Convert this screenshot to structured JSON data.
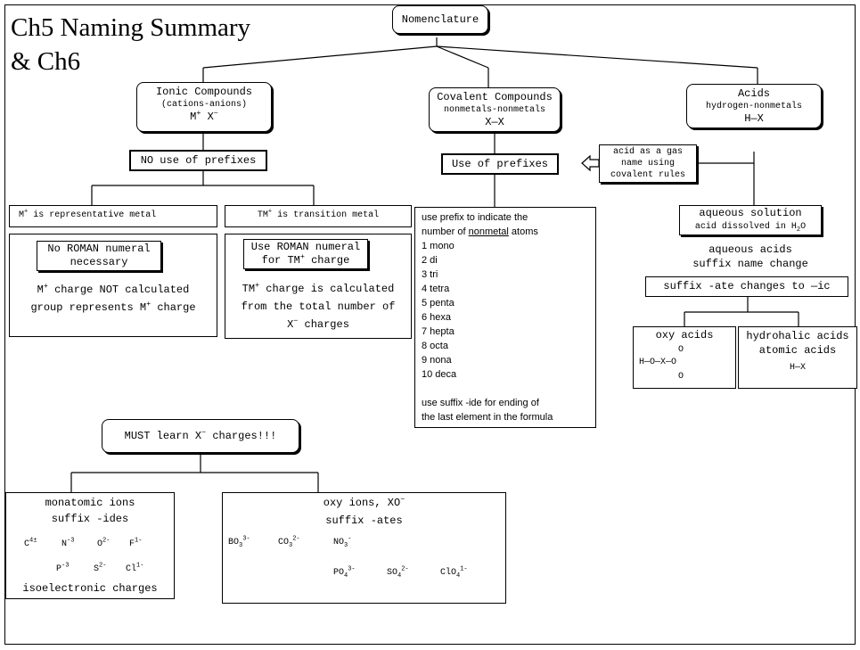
{
  "title": {
    "line1": "Ch5 Naming Summary",
    "line2": "& Ch6"
  },
  "root": "Nomenclature",
  "ionic": {
    "title": "Ionic Compounds",
    "sub": "(cations-anions)",
    "formula_m": "M",
    "formula_m_sup": "+",
    "formula_x": "X",
    "formula_x_sup": "−",
    "prefix_box": "NO use of prefixes",
    "rep": {
      "m": "M",
      "m_sup": "+",
      "label": "is representative metal"
    },
    "trans": {
      "tm": "TM",
      "tm_sup": "+",
      "label": "is transition metal"
    },
    "rep_note": {
      "l1": "No ROMAN numeral",
      "l2": "necessary"
    },
    "rep_body": {
      "l1_m": "M",
      "l1_sup": "+",
      "l1_rest": "charge NOT calculated",
      "l2_a": "group represents M",
      "l2_sup": "+",
      "l2_b": "charge"
    },
    "trans_note": {
      "l1": "Use ROMAN numeral",
      "l2_a": "for TM",
      "l2_sup": "+",
      "l2_b": "charge"
    },
    "trans_body": {
      "l1_a": "TM",
      "l1_sup": "+",
      "l1_b": "charge is calculated",
      "l2": "from the total number of",
      "l3_a": "X",
      "l3_sup": "−",
      "l3_b": "charges"
    }
  },
  "covalent": {
    "title": "Covalent Compounds",
    "sub": "nonmetals-nonmetals",
    "formula": "X—X",
    "prefix_box": "Use of prefixes",
    "list_intro1": "use prefix to indicate the",
    "list_intro2_a": "number of",
    "list_intro2_u": "nonmetal",
    "list_intro2_b": "atoms",
    "prefixes": [
      "1 mono",
      "2 di",
      "3 tri",
      "4 tetra",
      "5 penta",
      "6 hexa",
      "7 hepta",
      "8 octa",
      "9 nona",
      "10 deca"
    ],
    "suffix1": "use suffix -ide for ending of",
    "suffix2": "the last element in the formula"
  },
  "acids": {
    "title": "Acids",
    "sub": "hydrogen-nonmetals",
    "formula": "H—X",
    "gas_note": {
      "l1": "acid as a gas",
      "l2": "name using",
      "l3": "covalent rules"
    },
    "aqueous": {
      "l1": "aqueous solution",
      "l2_a": "acid dissolved in H",
      "l2_sub": "2",
      "l2_b": "O"
    },
    "aqueous_acids": {
      "l1": "aqueous acids",
      "l2": "suffix name change"
    },
    "suffix_change": "suffix -ate changes to —ic",
    "oxy": {
      "title": "oxy acids",
      "o_top": "O",
      "chain": "H—O—X—O",
      "o_bot": "O"
    },
    "hydrohalic": {
      "l1": "hydrohalic acids",
      "l2": "atomic acids",
      "formula": "H—X"
    }
  },
  "learn": {
    "a": "MUST learn X",
    "sup": "−",
    "b": "charges!!!"
  },
  "monatomic": {
    "l1": "monatomic ions",
    "l2": "suffix -ides",
    "row1": [
      {
        "s": "C",
        "c": "4±"
      },
      {
        "s": "N",
        "c": "-3"
      },
      {
        "s": "O",
        "c": "2-"
      },
      {
        "s": "F",
        "c": "1-"
      }
    ],
    "row2": [
      {
        "s": "P",
        "c": "-3"
      },
      {
        "s": "S",
        "c": "2-"
      },
      {
        "s": "Cl",
        "c": "1-"
      }
    ],
    "footer": "isoelectronic charges"
  },
  "oxy_ions": {
    "l1_a": "oxy ions, XO",
    "l1_sup": "−",
    "l2": "suffix -ates",
    "row1": [
      {
        "s": "BO",
        "n": "3",
        "c": "3-"
      },
      {
        "s": "CO",
        "n": "3",
        "c": "2-"
      },
      {
        "s": "NO",
        "n": "3",
        "c": "-"
      }
    ],
    "row2": [
      {
        "s": "PO",
        "n": "4",
        "c": "3-"
      },
      {
        "s": "SO",
        "n": "4",
        "c": "2-"
      },
      {
        "s": "ClO",
        "n": "4",
        "c": "1-"
      }
    ]
  }
}
